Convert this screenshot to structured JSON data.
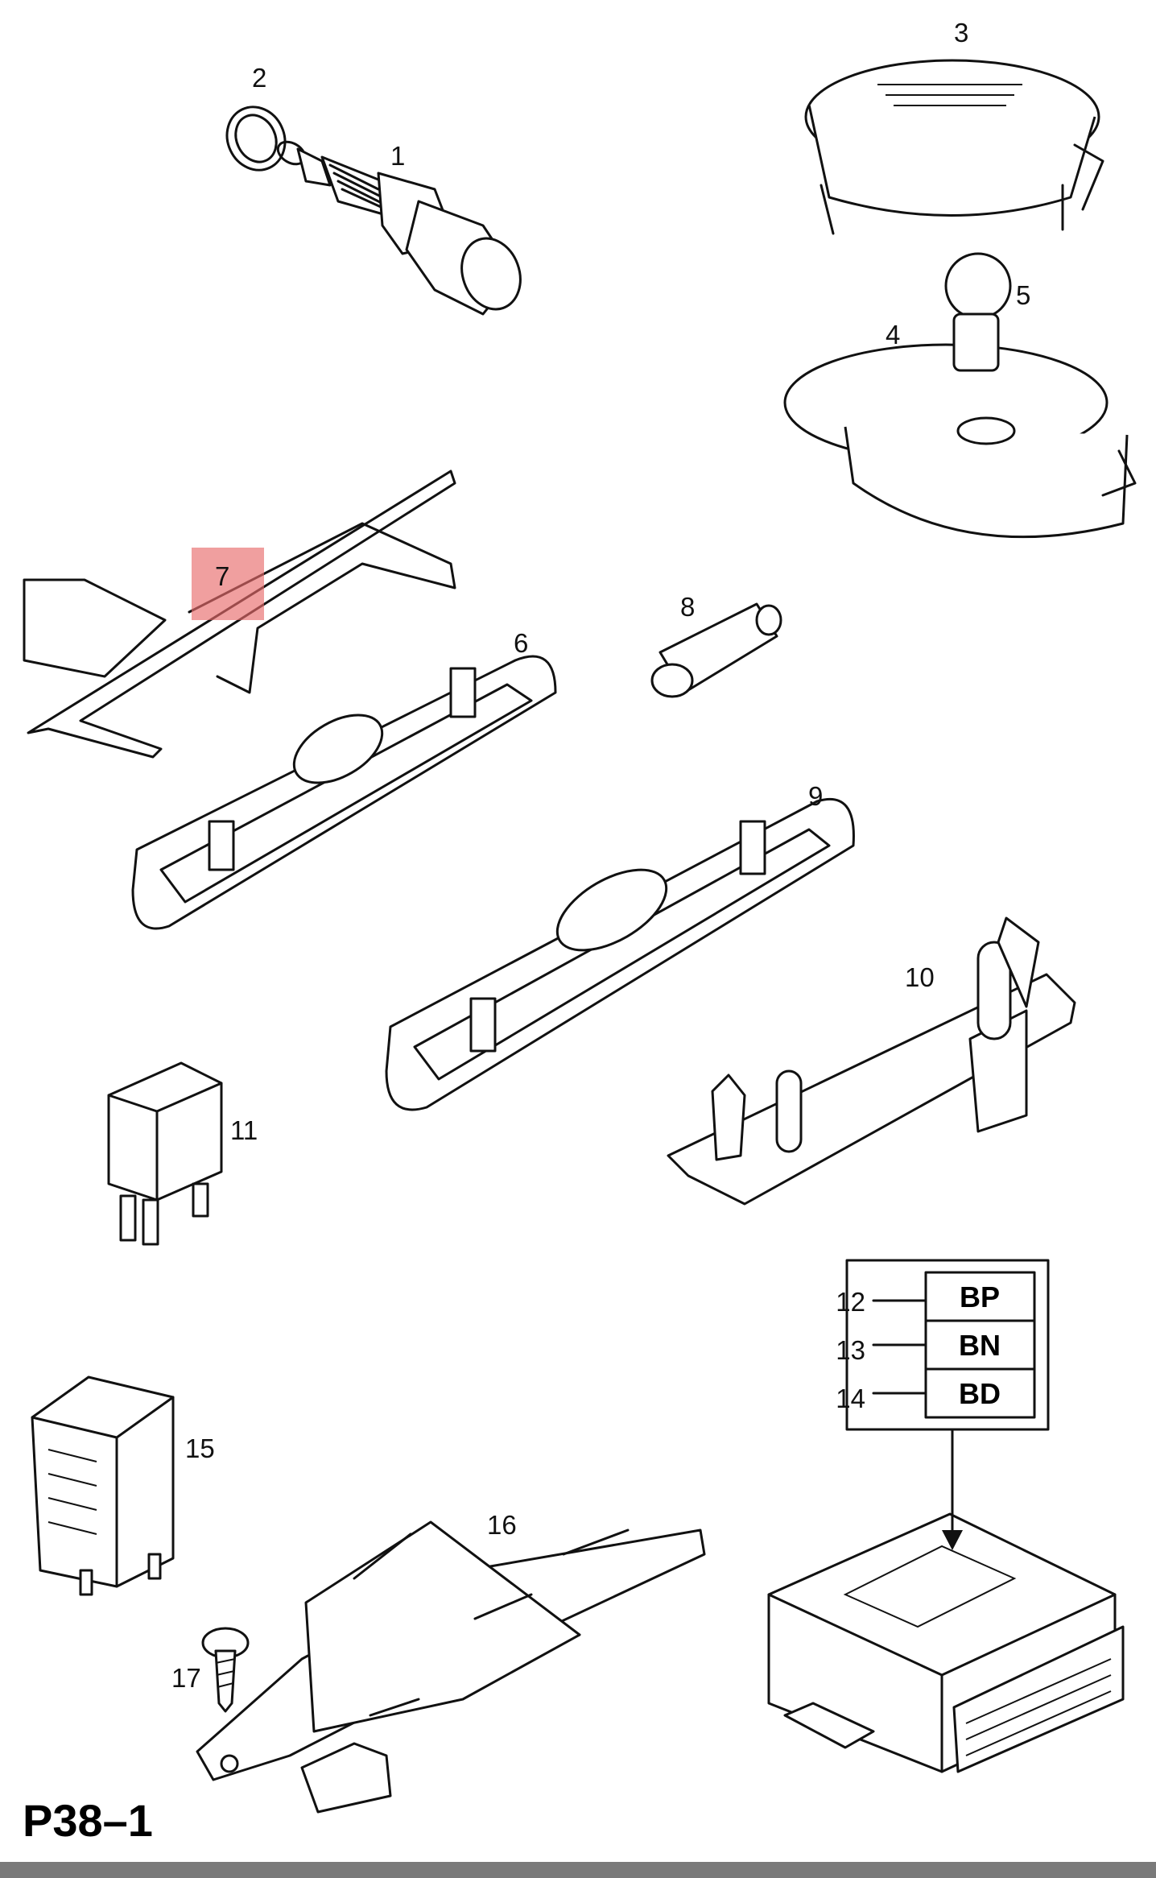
{
  "diagram": {
    "page_code": "P38–1",
    "highlight_color": "#e86b6b",
    "bar_color": "#7a7a7a",
    "callouts": [
      "1",
      "2",
      "3",
      "4",
      "5",
      "6",
      "7",
      "8",
      "9",
      "10",
      "11",
      "12",
      "13",
      "14",
      "15",
      "16",
      "17"
    ],
    "code_table": [
      {
        "ref": "12",
        "code": "BP"
      },
      {
        "ref": "13",
        "code": "BN"
      },
      {
        "ref": "14",
        "code": "BD"
      }
    ]
  }
}
